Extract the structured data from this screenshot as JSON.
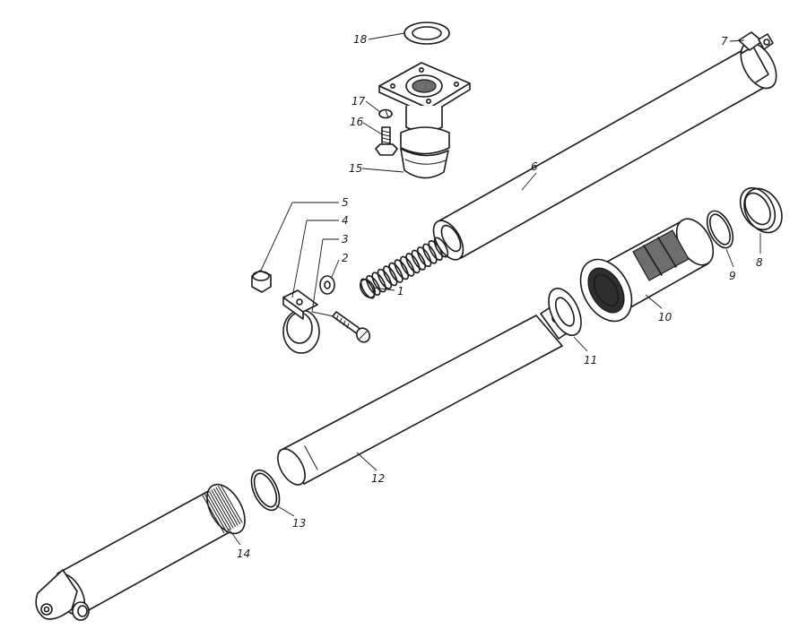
{
  "parts": [
    {
      "id": "spring",
      "label": "1"
    },
    {
      "id": "washer-small",
      "label": "2"
    },
    {
      "id": "screw",
      "label": "3"
    },
    {
      "id": "clamp",
      "label": "4"
    },
    {
      "id": "nut",
      "label": "5"
    },
    {
      "id": "outer-tube",
      "label": "6"
    },
    {
      "id": "tube-clamp",
      "label": "7"
    },
    {
      "id": "ring-large",
      "label": "8"
    },
    {
      "id": "snap-ring",
      "label": "9"
    },
    {
      "id": "guide-nut",
      "label": "10"
    },
    {
      "id": "gasket",
      "label": "11"
    },
    {
      "id": "piston-rod",
      "label": "12"
    },
    {
      "id": "retaining-ring",
      "label": "13"
    },
    {
      "id": "cylinder",
      "label": "14"
    },
    {
      "id": "boot",
      "label": "15"
    },
    {
      "id": "bolt",
      "label": "16"
    },
    {
      "id": "lock-washer",
      "label": "17"
    },
    {
      "id": "flange-gasket",
      "label": "18"
    }
  ]
}
